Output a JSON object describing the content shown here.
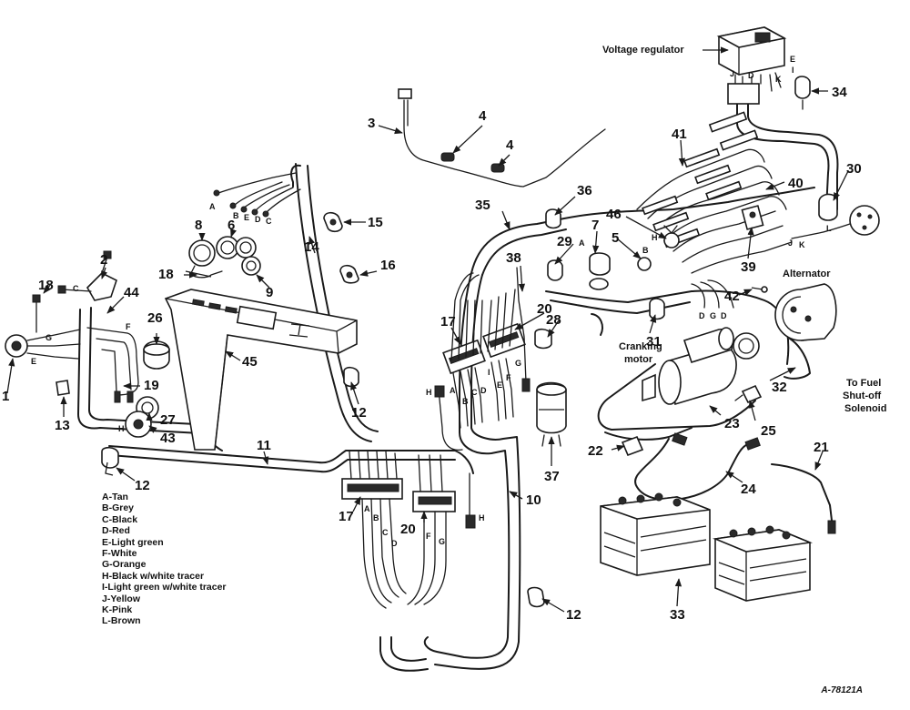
{
  "title_labels": {
    "voltage_regulator": "Voltage regulator",
    "alternator": "Alternator",
    "cranking_motor_line1": "Cranking",
    "cranking_motor_line2": "motor",
    "fuel_line1": "To Fuel",
    "fuel_line2": "Shut-off",
    "fuel_line3": "Solenoid"
  },
  "callouts": {
    "n1": "1",
    "n2": "2",
    "n3": "3",
    "n4a": "4",
    "n4b": "4",
    "n5": "5",
    "n6": "6",
    "n7": "7",
    "n8": "8",
    "n9": "9",
    "n10": "10",
    "n11": "11",
    "n12a": "12",
    "n12b": "12",
    "n12c": "12",
    "n13": "13",
    "n14": "14",
    "n15": "15",
    "n16": "16",
    "n17a": "17",
    "n17b": "17",
    "n18a": "18",
    "n18b": "18",
    "n19": "19",
    "n20a": "20",
    "n20b": "20",
    "n21": "21",
    "n22": "22",
    "n23": "23",
    "n24": "24",
    "n25": "25",
    "n26": "26",
    "n27": "27",
    "n28": "28",
    "n29": "29",
    "n30": "30",
    "n31": "31",
    "n32": "32",
    "n33": "33",
    "n34": "34",
    "n35": "35",
    "n36": "36",
    "n37": "37",
    "n38": "38",
    "n39": "39",
    "n40": "40",
    "n41": "41",
    "n42": "42",
    "n43": "43",
    "n44": "44",
    "n45": "45",
    "n46": "46"
  },
  "wire_letters": {
    "reg_e": "E",
    "reg_i": "I",
    "reg_j": "J",
    "reg_d": "D",
    "reg_k": "K",
    "a": "A",
    "b": "B",
    "e": "E",
    "d": "D",
    "c": "C",
    "sw_c": "C",
    "sw_g": "G",
    "sw_f": "F",
    "sw_e": "E",
    "sw_h": "H",
    "ig_a": "A",
    "ig_h": "H",
    "ig_b": "B",
    "st_d1": "D",
    "st_g": "G",
    "st_d2": "D",
    "alt_j": "J",
    "alt_k": "K",
    "alt_l": "L",
    "t17_h": "H",
    "t17_a": "A",
    "t17_b": "B",
    "t17_c": "C",
    "t17_d": "D",
    "t17_i": "I",
    "t17_e": "E",
    "t17_f": "F",
    "t17_g": "G",
    "b17_a": "A",
    "b17_b": "B",
    "b17_c": "C",
    "b17_d": "D",
    "b20_f": "F",
    "b20_g": "G",
    "b20_h": "H"
  },
  "legend": [
    "A-Tan",
    "B-Grey",
    "C-Black",
    "D-Red",
    "E-Light green",
    "F-White",
    "G-Orange",
    "H-Black w/white tracer",
    "I-Light green w/white tracer",
    "J-Yellow",
    "K-Pink",
    "L-Brown"
  ],
  "reference": "A-78121A"
}
